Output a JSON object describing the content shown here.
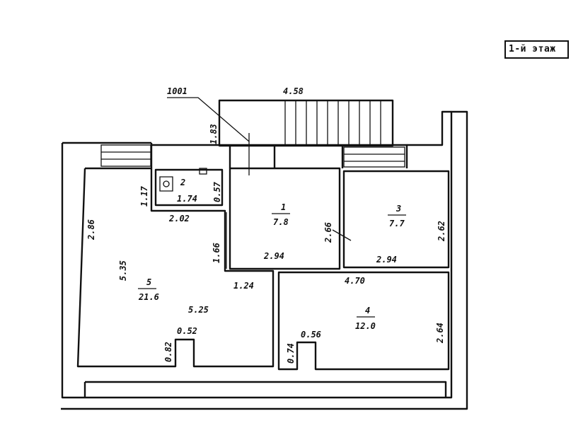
{
  "floor_label": "1-й этаж",
  "stair_width": "4.58",
  "entry_mark": "1001",
  "rooms": [
    {
      "number": "1",
      "area": "7.8"
    },
    {
      "number": "2",
      "area": "1.74"
    },
    {
      "number": "3",
      "area": "7.7"
    },
    {
      "number": "4",
      "area": "12.0"
    },
    {
      "number": "5",
      "area": "21.6"
    }
  ],
  "dimensions": {
    "porch_height": "1.83",
    "bath_height": "1.17",
    "bath_inner": "0.57",
    "bath_width": "2.02",
    "room5_left": "2.86",
    "room5_depth": "5.35",
    "room5_width": "5.25",
    "corridor_height": "1.66",
    "corridor_width": "1.24",
    "room1_width": "2.94",
    "room1_height": "2.66",
    "room3_width": "2.94",
    "room3_height": "2.62",
    "room4_width": "4.70",
    "room4_height": "2.64",
    "niche5_depth": "0.82",
    "niche5_width": "0.52",
    "niche4_depth": "0.74",
    "niche4_width": "0.56"
  }
}
